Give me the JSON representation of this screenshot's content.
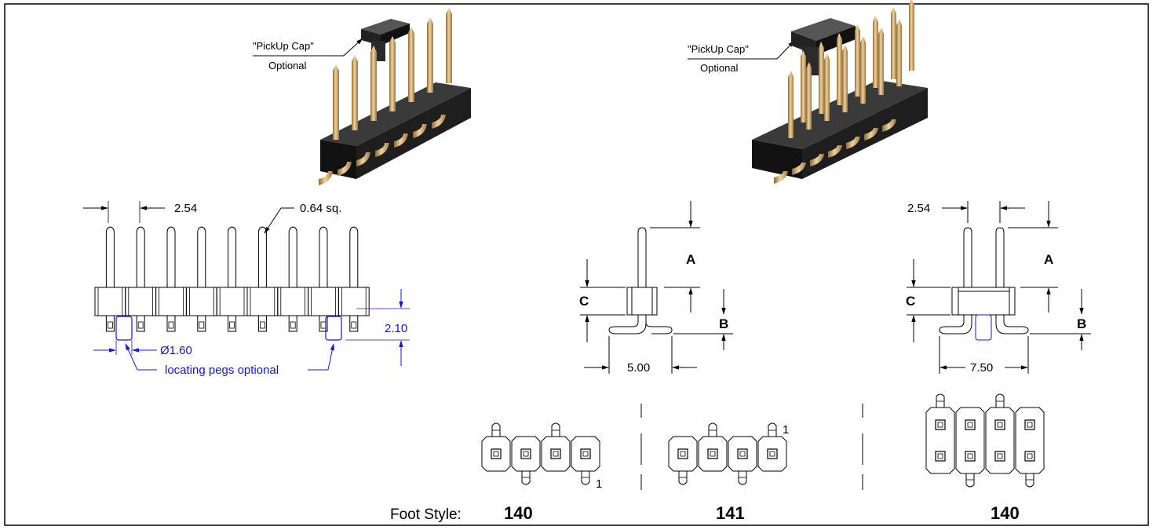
{
  "colors": {
    "line": "#000000",
    "blue": "#1414d6",
    "gold": "#d4b07a",
    "gold_dark": "#a9834a",
    "body": "#1a1a1a"
  },
  "iso_left": {
    "cap_label": "\"PickUp Cap\"",
    "optional": "Optional"
  },
  "iso_right": {
    "cap_label": "\"PickUp Cap\"",
    "optional": "Optional"
  },
  "front_view": {
    "pitch": "2.54",
    "pin_size": "0.64 sq.",
    "peg_dia": "Ø1.60",
    "peg_height": "2.10",
    "peg_note": "locating pegs optional"
  },
  "single_row": {
    "dim_a": "A",
    "dim_b": "B",
    "dim_c": "C",
    "span": "5.00"
  },
  "double_row": {
    "pitch": "2.54",
    "dim_a": "A",
    "dim_b": "B",
    "dim_c": "C",
    "span": "7.50"
  },
  "foot_styles": {
    "label": "Foot Style:",
    "style_a": "140",
    "style_b": "141",
    "style_c": "140",
    "pin1_a": "1",
    "pin1_b": "1"
  }
}
